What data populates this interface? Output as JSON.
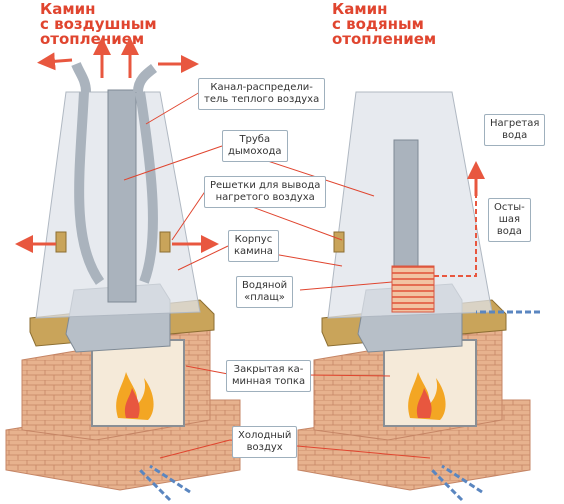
{
  "titles": {
    "left": [
      "Камин",
      "с воздушным",
      "отоплением"
    ],
    "right": [
      "Камин",
      "с водяным",
      "отоплением"
    ]
  },
  "labels": {
    "channel": [
      "Канал-распредели-",
      "тель теплого воздуха"
    ],
    "chimney": [
      "Труба",
      "дымохода"
    ],
    "grilles": [
      "Решетки для вывода",
      "нагретого воздуха"
    ],
    "body": [
      "Корпус",
      "камина"
    ],
    "jacket": [
      "Водяной",
      "«плащ»"
    ],
    "firebox": [
      "Закрытая ка-",
      "минная топка"
    ],
    "cold_air": [
      "Холодный",
      "воздух"
    ],
    "hot_water": [
      "Нагретая",
      "вода"
    ],
    "cooled_water": [
      "Осты-",
      "шая",
      "вода"
    ]
  },
  "colors": {
    "title": "#e0452f",
    "callout_border": "#9fb0bd",
    "leader": "#e0452f",
    "hot_arrow": "#e8573f",
    "cold_arrow": "#5a86c0",
    "brick": "#e7b28e",
    "brick_line": "#c58565",
    "casing": "#dfe3ea",
    "metal": "#aab3bd"
  },
  "icons": [
    "hot-air-arrow",
    "cold-air-arrow",
    "flame-icon",
    "brick-pattern"
  ]
}
